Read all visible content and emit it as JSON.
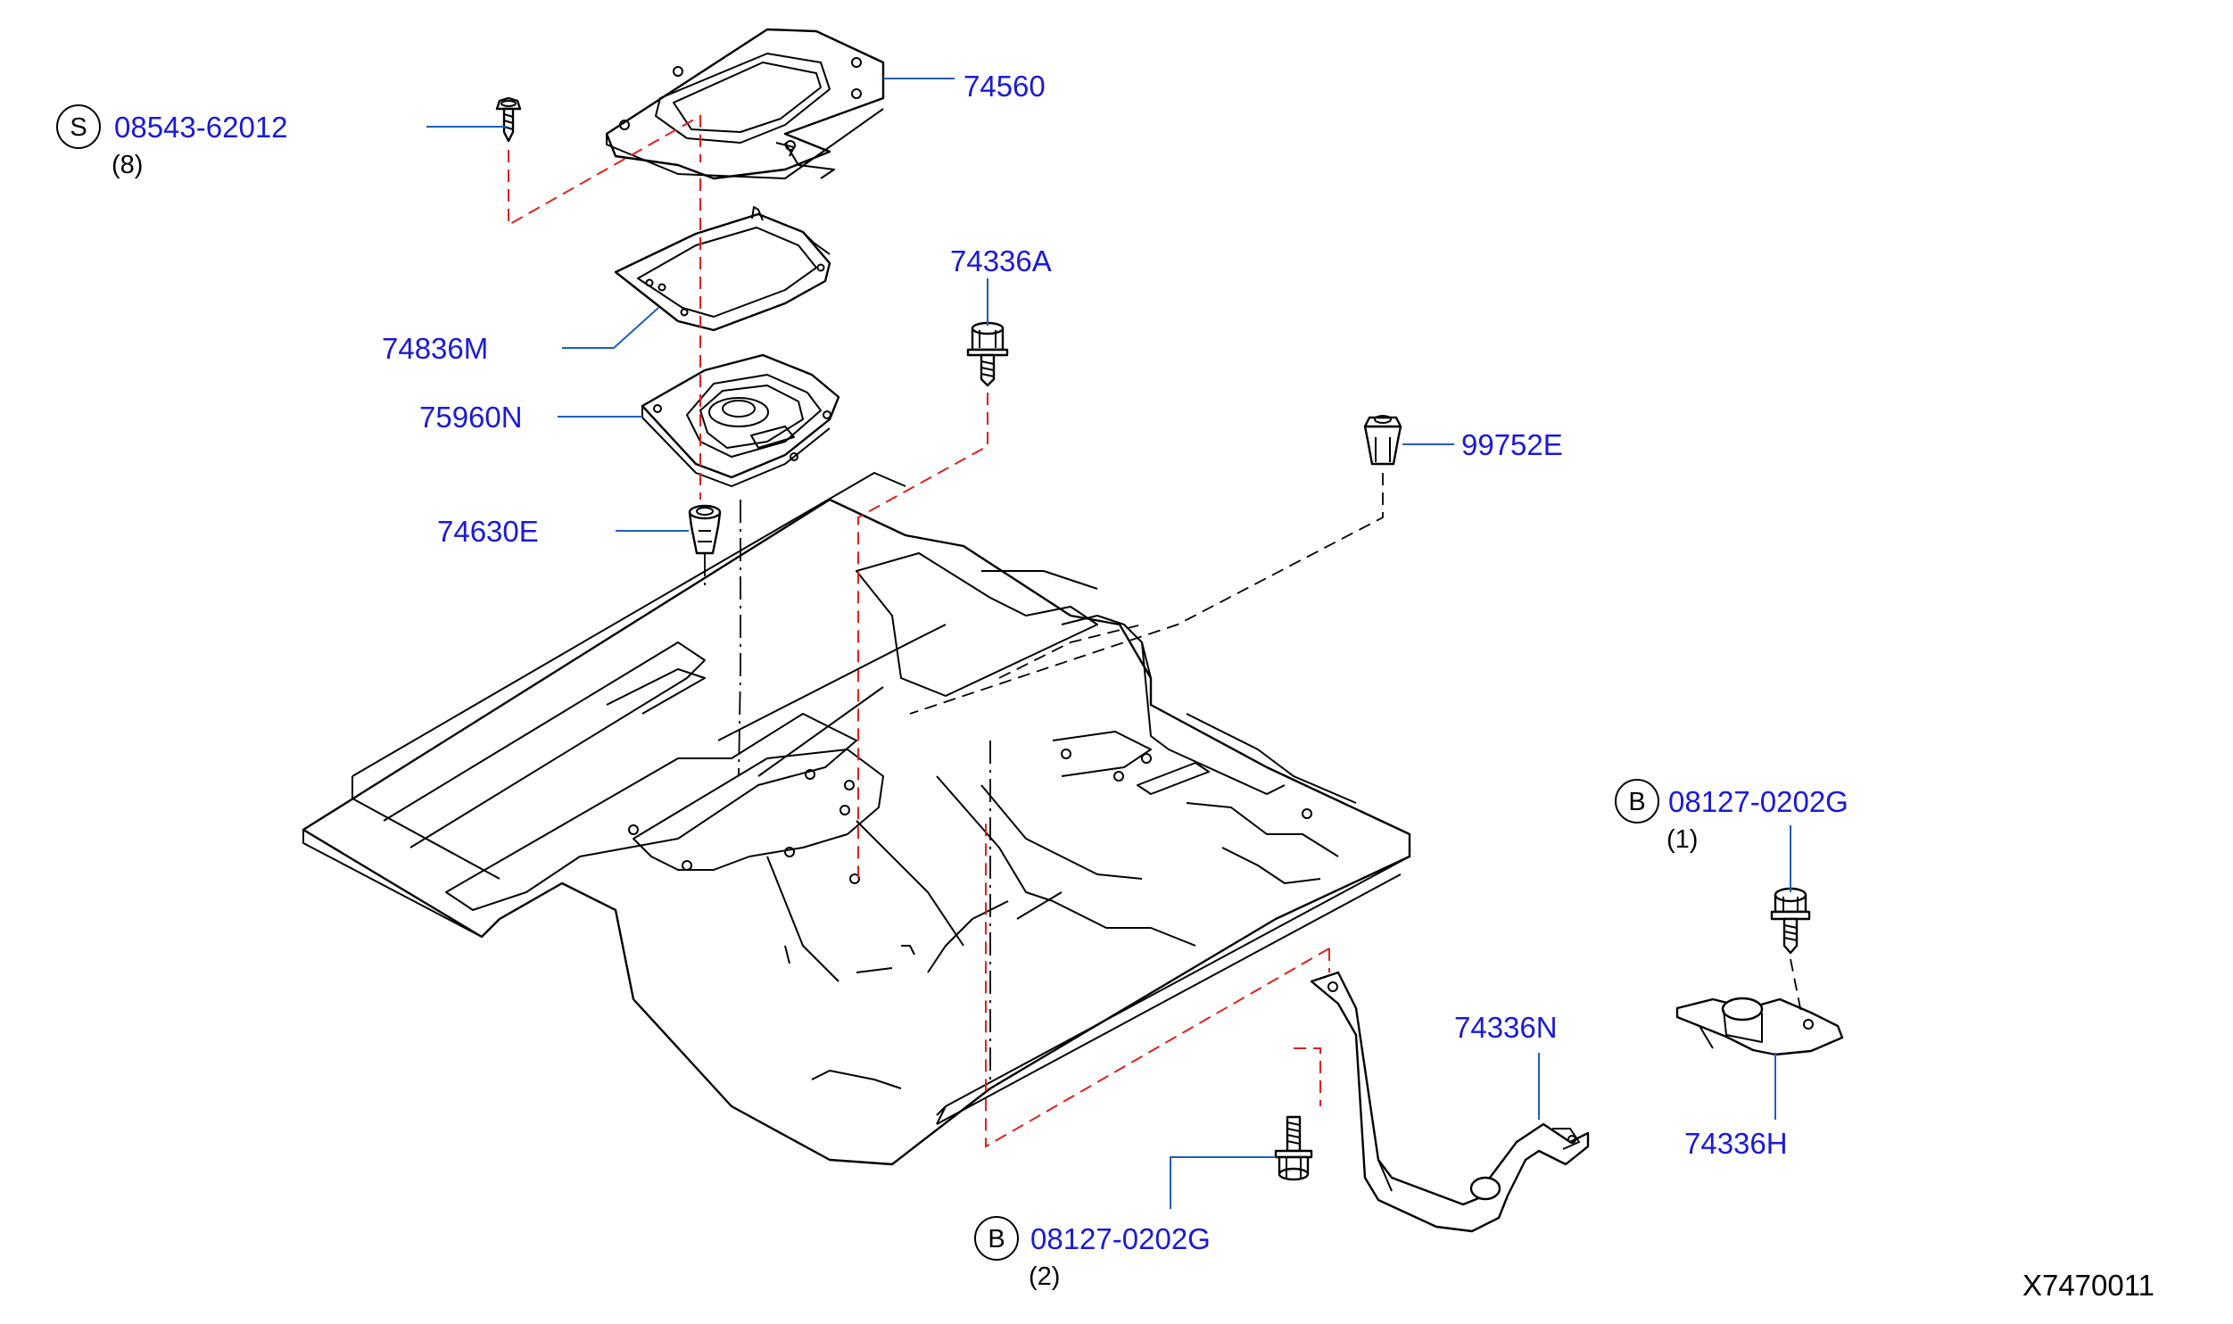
{
  "parts": {
    "p74560": "74560",
    "p74836m": "74836M",
    "p75960n": "75960N",
    "p74630e": "74630E",
    "p74336a": "74336A",
    "p99752e": "99752E",
    "p74336n": "74336N",
    "p74336h": "74336H"
  },
  "fasteners": {
    "screw": {
      "code": "S",
      "number": "08543-62012",
      "qty": "(8)"
    },
    "bolt_upper": {
      "code": "B",
      "number": "08127-0202G",
      "qty": "(1)"
    },
    "bolt_lower": {
      "code": "B",
      "number": "08127-0202G",
      "qty": "(2)"
    }
  },
  "diagram_ref": "X7470011",
  "colors": {
    "part_label": "#1a1ad6",
    "leader": "#1f5fb8",
    "dashed_guide": "#e0201c",
    "line": "#000000"
  }
}
